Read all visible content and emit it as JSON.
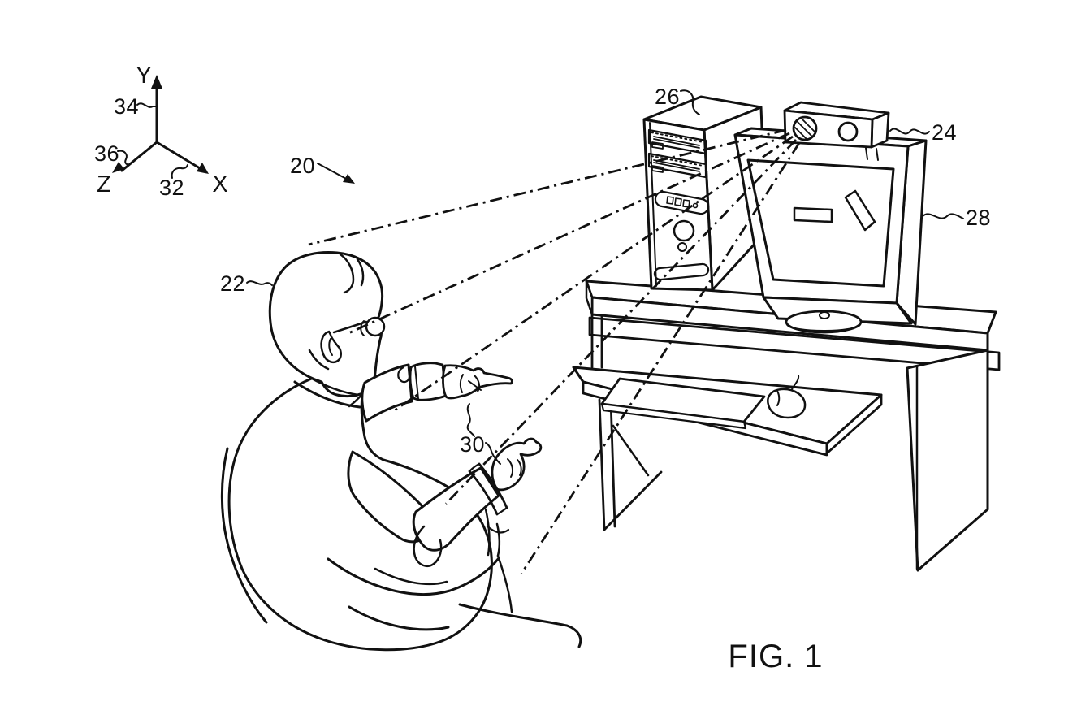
{
  "figure": {
    "caption": "FIG. 1"
  },
  "axes": {
    "x_label": "X",
    "y_label": "Y",
    "z_label": "Z"
  },
  "references": {
    "r20": "20",
    "r22": "22",
    "r24": "24",
    "r26": "26",
    "r28": "28",
    "r30": "30",
    "r32": "32",
    "r34": "34",
    "r36": "36"
  },
  "colors": {
    "ink": "#111111",
    "background": "#ffffff"
  }
}
